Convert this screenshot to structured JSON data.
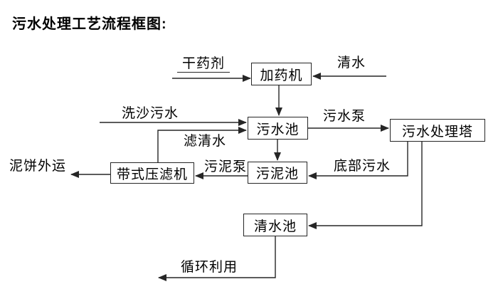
{
  "title": "污水处理工艺流程框图:",
  "flowchart": {
    "boxes": {
      "dosing_machine": "加药机",
      "sewage_pool": "污水池",
      "treatment_tower": "污水处理塔",
      "sludge_pool": "污泥池",
      "belt_filter_press": "带式压滤机",
      "clean_water_pool": "清水池"
    },
    "flow_labels": {
      "dry_chemical": "干药剂",
      "clean_water": "清水",
      "sand_washing_sewage": "洗沙污水",
      "filtered_water": "滤清水",
      "sewage_pump": "污水泵",
      "sludge_pump": "污泥泵",
      "bottom_sewage": "底部污水",
      "mud_cake_out": "泥饼外运",
      "recycle_use": "循环利用"
    },
    "colors": {
      "line": "#262626",
      "text": "#000000",
      "background": "#ffffff"
    }
  }
}
